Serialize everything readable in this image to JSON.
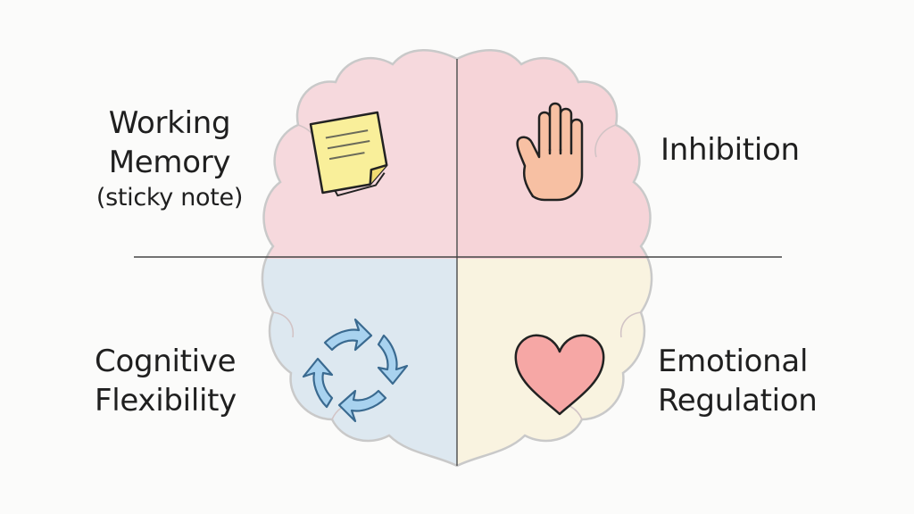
{
  "quadrants": {
    "working_memory": {
      "title_line1": "Working",
      "title_line2": "Memory",
      "subtitle": "(sticky note)",
      "icon": "sticky-note-icon",
      "color": "#f6d9dd"
    },
    "inhibition": {
      "title": "Inhibition",
      "icon": "raised-hand-icon",
      "color": "#f6d4d8"
    },
    "cognitive_flexibility": {
      "title_line1": "Cognitive",
      "title_line2": "Flexibility",
      "icon": "cycle-arrows-icon",
      "color": "#dde8f0"
    },
    "emotional_regulation": {
      "title_line1": "Emotional",
      "title_line2": "Regulation",
      "icon": "heart-icon",
      "color": "#f9f3e0"
    }
  },
  "colors": {
    "outline": "#c9c9c9",
    "divider": "#444444",
    "sticky_note": "#f9ef9a",
    "hand": "#f7c0a3",
    "arrows": "#a8d2ef",
    "heart": "#f6a7a5"
  }
}
